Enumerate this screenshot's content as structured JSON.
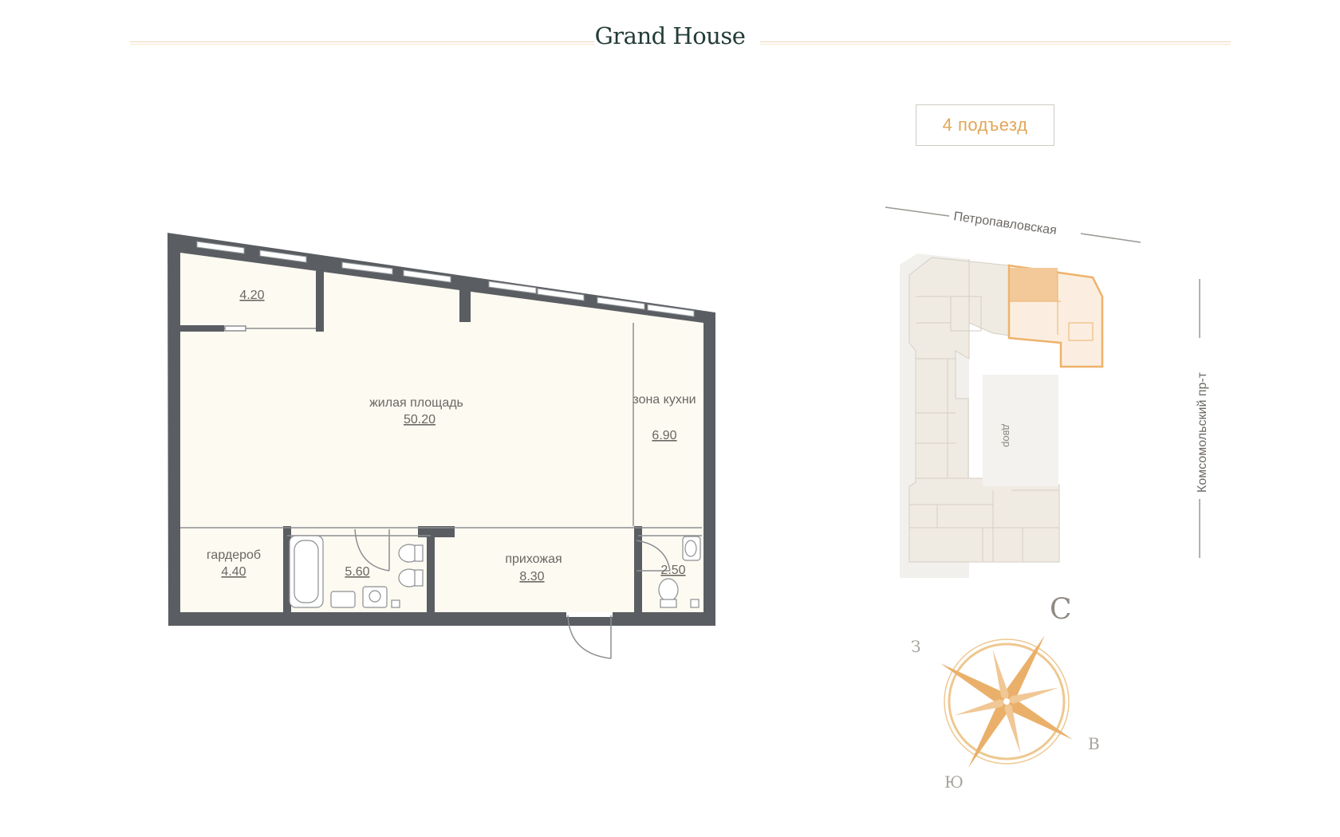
{
  "header": {
    "brand": "Grand House"
  },
  "entrance": {
    "label": "4 подъезд"
  },
  "plan": {
    "rooms": [
      {
        "id": "storage",
        "label": "",
        "area": "4.20"
      },
      {
        "id": "living",
        "label": "жилая площадь",
        "area": "50.20"
      },
      {
        "id": "kitchen",
        "label": "зона кухни",
        "area": "6.90"
      },
      {
        "id": "wardrobe",
        "label": "гардероб",
        "area": "4.40"
      },
      {
        "id": "bathroom",
        "label": "",
        "area": "5.60"
      },
      {
        "id": "hall",
        "label": "прихожая",
        "area": "8.30"
      },
      {
        "id": "wc",
        "label": "",
        "area": "2.50"
      }
    ]
  },
  "site": {
    "street_top": "Петропавловская",
    "street_right": "Комсомольский пр-т",
    "courtyard": "двор"
  },
  "compass": {
    "north": "С",
    "west": "З",
    "east": "В",
    "south": "Ю"
  },
  "colors": {
    "accent": "#e2a659",
    "wall": "#5a5d61",
    "floor": "#fdfaf2",
    "brand": "#233c38",
    "highlight": "#f3c99a"
  }
}
